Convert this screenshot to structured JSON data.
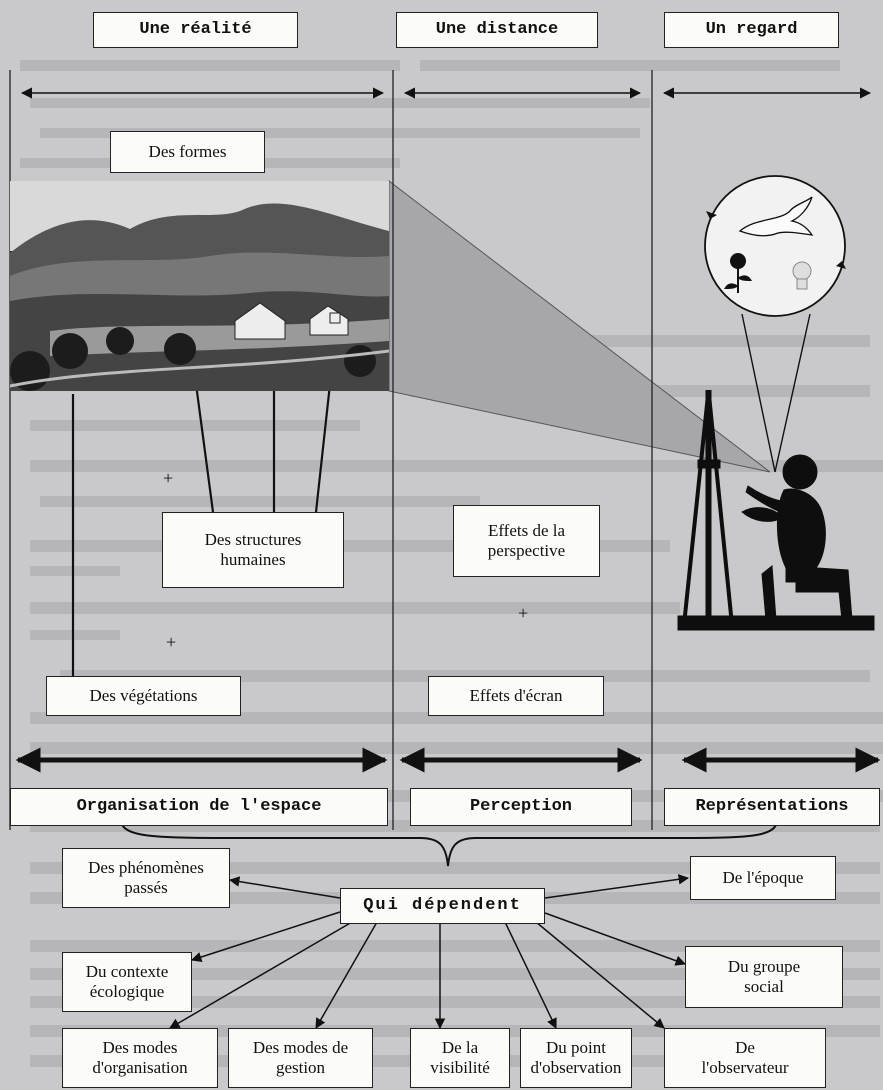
{
  "columns": {
    "realite": "Une réalité",
    "distance": "Une distance",
    "regard": "Un regard"
  },
  "elements": {
    "formes": "Des formes",
    "structures": "Des structures humaines",
    "vegetations": "Des végétations",
    "effets_perspective": "Effets de la perspective",
    "effets_ecran": "Effets d'écran",
    "plus": "+"
  },
  "categories": {
    "organisation": "Organisation de l'espace",
    "perception": "Perception",
    "representations": "Représentations"
  },
  "center": "Qui dépendent",
  "factors": {
    "phenomenes": "Des phénomènes passés",
    "contexte": "Du contexte écologique",
    "modes_organisation": "Des modes d'organisation",
    "modes_gestion": "Des modes de gestion",
    "visibilite": "De la visibilité",
    "point_observation": "Du point d'observation",
    "observateur": "De l'observateur",
    "epoque": "De l'époque",
    "groupe_social": "Du groupe social"
  },
  "colors": {
    "page": "#c9c9cb",
    "box": "#fbfbf8",
    "line": "#111111",
    "cone": "#a7a7ab",
    "show_through_text": "#b4b4b7"
  }
}
